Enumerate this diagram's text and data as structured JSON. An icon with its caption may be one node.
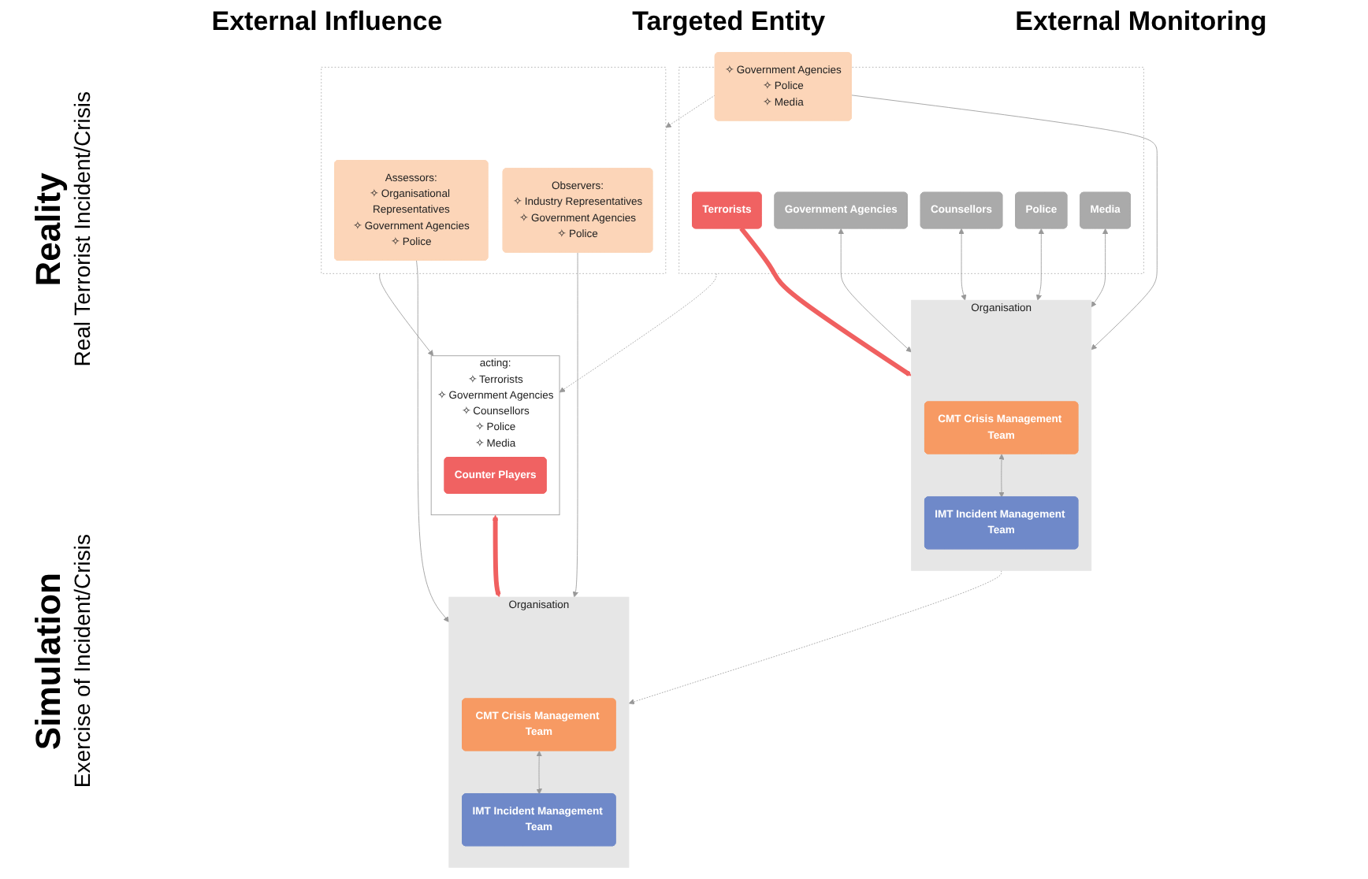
{
  "diagram": {
    "nodes": [
      {
        "text": [],
        "shape": "box"
      },
      {
        "text": [
          "Terrorists"
        ],
        "in": 0
      },
      {
        "text": [
          "Government Agencies"
        ],
        "in": 0
      },
      {
        "text": [
          "Counsellors"
        ],
        "in": 0
      },
      {
        "text": [
          "Police"
        ],
        "in": 0
      },
      {
        "text": [
          "Media"
        ],
        "in": 0
      },
      {
        "text": [
          "Organisation"
        ]
      },
      {
        "text": [
          "CMT Crisis Management Team"
        ],
        "in": 6
      },
      {
        "text": [
          "IMT Incident Management Team"
        ],
        "in": 6
      },
      {
        "text": [
          "✧ Government Agencies",
          "✧ Police",
          "✧ Media"
        ]
      },
      {
        "text": [
          "acting:",
          "✧ Terrorists",
          "✧ Government Agencies",
          "✧ Counsellors",
          "✧ Police",
          "✧ Media"
        ]
      },
      {
        "text": [
          "Counter Players"
        ],
        "in": 10
      },
      {
        "text": [
          "Organisation"
        ]
      },
      {
        "text": [
          "CMT Crisis Management Team"
        ],
        "in": 12
      },
      {
        "text": [
          "IMT Incident Management Team"
        ],
        "in": 12
      },
      {
        "text": [],
        "shape": "box"
      },
      {
        "text": [
          "Assessors:",
          "✧ Organisational Representatives",
          "✧ Government Agencies",
          "✧ Police"
        ],
        "in": 15
      },
      {
        "text": [
          "Observers:",
          "✧ Industry Representatives",
          "✧ Government Agencies",
          "✧ Police"
        ],
        "in": 15
      }
    ],
    "edges": [
      {
        "from": 1,
        "to": 6,
        "arrow": "to",
        "style": "thick",
        "color": "#f06060"
      },
      {
        "from": 2,
        "to": 6,
        "arrow": "both"
      },
      {
        "from": 3,
        "to": 6,
        "arrow": "both"
      },
      {
        "from": 4,
        "to": 6,
        "arrow": "both"
      },
      {
        "from": 5,
        "to": 6,
        "arrow": "both"
      },
      {
        "from": 7,
        "to": 8,
        "arrow": "both"
      },
      {
        "from": 9,
        "to": 6,
        "arrow": "to"
      },
      {
        "from": 0,
        "to": 10,
        "arrow": "to",
        "style": "dashed"
      },
      {
        "from": 6,
        "to": 12,
        "arrow": "to",
        "style": "dashed"
      },
      {
        "from": 9,
        "to": 15,
        "arrow": "to",
        "style": "dashed"
      },
      {
        "from": 10,
        "to": 12,
        "arrow": "both",
        "style": "thick",
        "color": "#f06060"
      },
      {
        "from": 16,
        "to": 12,
        "arrow": "to"
      },
      {
        "from": 17,
        "to": 12,
        "arrow": "to"
      },
      {
        "from": 13,
        "to": 14,
        "arrow": "both"
      },
      {
        "from": 15,
        "to": 10,
        "arrow": "to"
      }
    ],
    "labels": [
      "External Influence",
      "Targeted Entity",
      "External Monitoring",
      "Reality",
      "Real Terrorist Incident/Crisis",
      "Simulation",
      "Exercise of Incident/Crisis"
    ]
  }
}
